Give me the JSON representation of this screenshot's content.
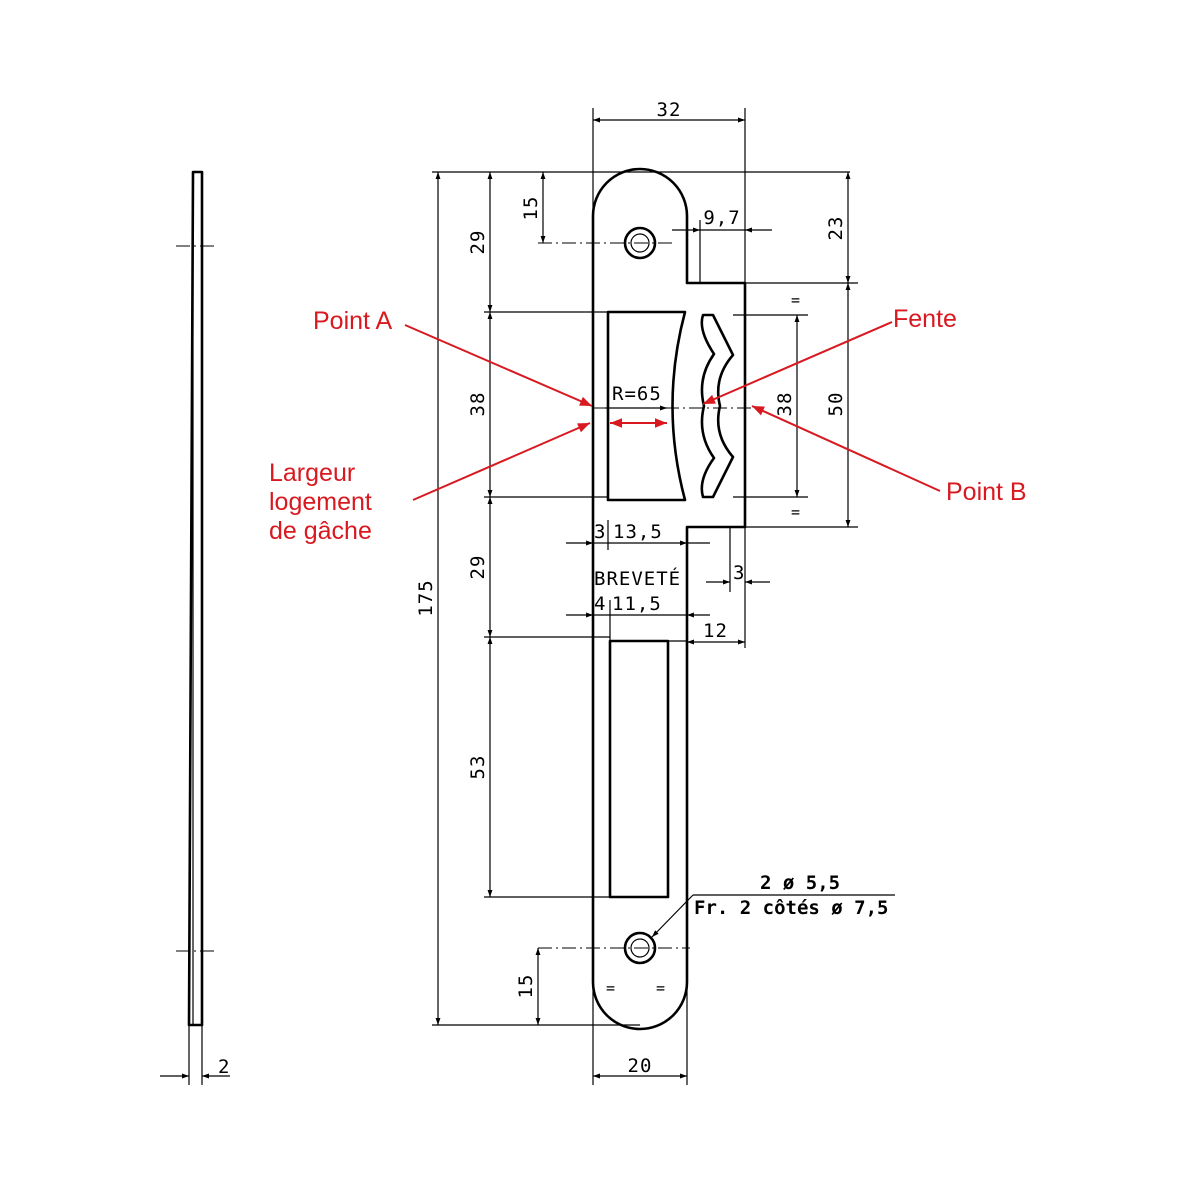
{
  "dimensions": {
    "width_top": "32",
    "bottom_tab": "9,7",
    "top_segment": "23",
    "height_hole_top": "15",
    "first_section": "29",
    "keep_height": "38",
    "slot_height": "38",
    "rise": "50",
    "radius": "R=65",
    "gap_3": "3",
    "width_13_5": "13,5",
    "gap_4": "4",
    "width_11_5": "11,5",
    "lip": "3",
    "step_12": "12",
    "second_section": "29",
    "recess": "53",
    "total": "175",
    "height_hole_bottom": "15",
    "width_bottom": "20",
    "thickness": "2",
    "equal_mark": "="
  },
  "notes": {
    "patent": "BREVETÉ",
    "holes": "2  ø 5,5",
    "countersink": "Fr. 2 côtés ø 7,5"
  },
  "callouts": {
    "point_a": "Point A",
    "fente": "Fente",
    "point_b": "Point B",
    "largeur_line1": "Largeur",
    "largeur_line2": "logement",
    "largeur_line3": "de gâche"
  },
  "colors": {
    "annotation": "#d81920",
    "line": "#000000"
  }
}
